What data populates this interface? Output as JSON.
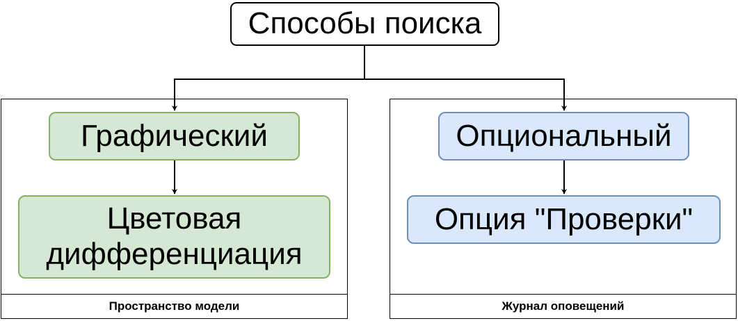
{
  "diagram": {
    "root": {
      "label": "Способы поиска"
    },
    "panels": [
      {
        "label": "Пространство модели",
        "nodes": [
          {
            "label": "Графический",
            "fill": "#d5e8d4",
            "stroke": "#82b366"
          },
          {
            "label": "Цветовая дифференциация",
            "fill": "#d5e8d4",
            "stroke": "#82b366"
          }
        ]
      },
      {
        "label": "Журнал оповещений",
        "nodes": [
          {
            "label": "Опциональный",
            "fill": "#dae8fc",
            "stroke": "#6c8ebf"
          },
          {
            "label": "Опция \"Проверки\"",
            "fill": "#dae8fc",
            "stroke": "#6c8ebf"
          }
        ]
      }
    ],
    "edges": [
      {
        "from": "Способы поиска",
        "to": "Графический"
      },
      {
        "from": "Способы поиска",
        "to": "Опциональный"
      },
      {
        "from": "Графический",
        "to": "Цветовая дифференциация"
      },
      {
        "from": "Опциональный",
        "to": "Опция \"Проверки\""
      }
    ],
    "edge_color": "#000000"
  }
}
